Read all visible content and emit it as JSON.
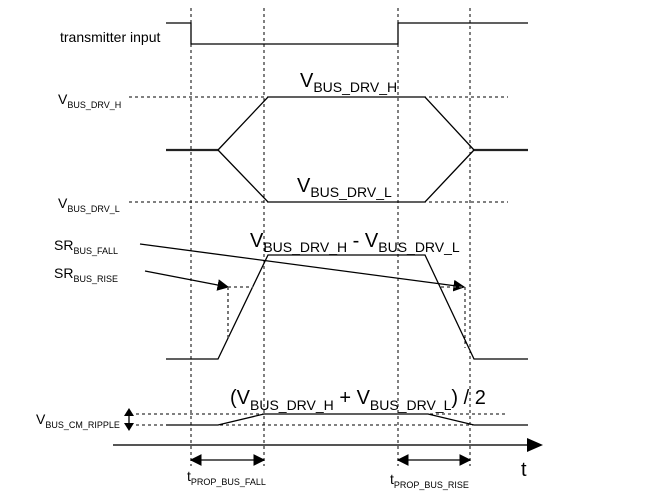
{
  "diagram": {
    "title": "Bus driver timing diagram",
    "signals": {
      "transmitter_input": "transmitter input",
      "bus_drv_high": {
        "main": "V",
        "sub": "BUS_DRV_H"
      },
      "bus_drv_low": {
        "main": "V",
        "sub": "BUS_DRV_L"
      },
      "sr_bus_fall": {
        "main": "SR",
        "sub": "BUS_FALL"
      },
      "sr_bus_rise": {
        "main": "SR",
        "sub": "BUS_RISE"
      },
      "bus_cm_ripple": {
        "main": "V",
        "sub": "BUS_CM_RIPPLE"
      }
    },
    "annotations": {
      "high_level": {
        "main": "V",
        "sub": "BUS_DRV_H"
      },
      "low_level": {
        "main": "V",
        "sub": "BUS_DRV_L"
      },
      "differential": {
        "v1": "V",
        "s1": "BUS_DRV_H",
        "op": " - ",
        "v2": "V",
        "s2": "BUS_DRV_L"
      },
      "common_mode": {
        "open": "(V",
        "s1": "BUS_DRV_H",
        "op": " + V",
        "s2": "BUS_DRV_L",
        "close": ") / 2"
      }
    },
    "timing": {
      "prop_fall": {
        "main": "t",
        "sub": "PROP_BUS_FALL"
      },
      "prop_rise": {
        "main": "t",
        "sub": "PROP_BUS_RISE"
      }
    },
    "axis": {
      "time_label": "t"
    }
  }
}
